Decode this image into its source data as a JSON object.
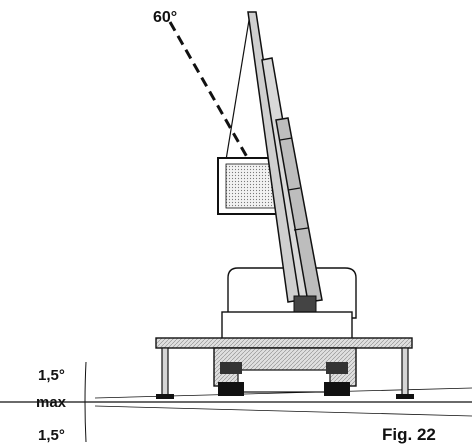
{
  "figure": {
    "angle_label": "60°",
    "tilt_top_label": "1,5°",
    "tilt_max_label": "max",
    "tilt_bottom_label": "1,5°",
    "caption": "Fig. 22"
  },
  "colors": {
    "ink": "#111111",
    "boom_fill": "#cfcfcf",
    "load_fill": "#e4e4e4",
    "structure_fill": "#d6d6d6"
  }
}
